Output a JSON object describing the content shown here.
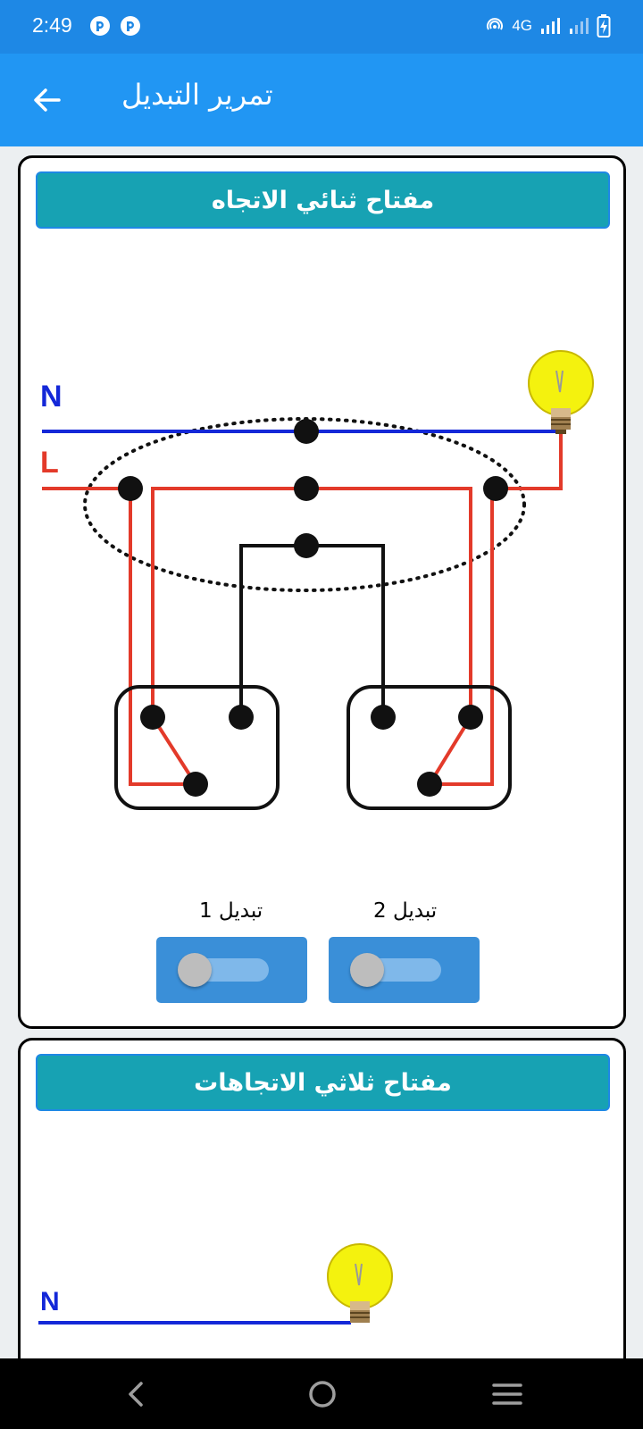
{
  "status_bar": {
    "time": "2:49",
    "network": "4G",
    "icons": [
      "notification-icon",
      "notification-icon",
      "hotspot-icon",
      "signal-icon",
      "signal-weak-icon",
      "battery-charging-icon"
    ]
  },
  "app_bar": {
    "title": "تمرير التبديل",
    "back_icon": "arrow-back-icon"
  },
  "cards": [
    {
      "header": "مفتاح ثنائي الاتجاه",
      "diagram": {
        "neutral_label": "N",
        "live_label": "L"
      },
      "switches": [
        {
          "label": "تبديل 2",
          "on": false
        },
        {
          "label": "تبديل 1",
          "on": false
        }
      ]
    },
    {
      "header": "مفتاح ثلاثي الاتجاهات",
      "diagram": {
        "neutral_label": "N"
      }
    }
  ],
  "nav_bar": {
    "buttons": [
      "back-icon",
      "home-icon",
      "menu-icon"
    ]
  },
  "colors": {
    "status_bar": "#1e88e5",
    "app_bar": "#2196f3",
    "card_header": "#17a2b3",
    "neutral_wire": "#1428d8",
    "live_wire": "#e33a2a",
    "switch_bg": "#3a8fd8"
  }
}
